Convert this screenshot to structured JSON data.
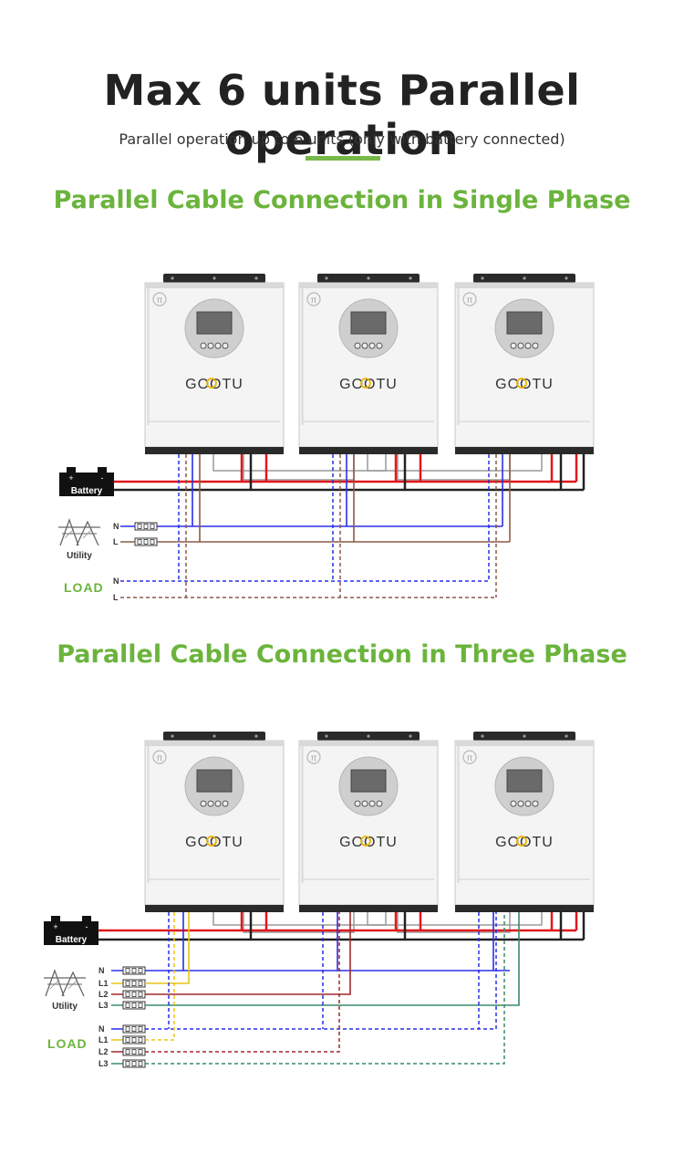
{
  "header": {
    "title": "Max 6 units Parallel operation",
    "subtitle": "Parallel operation up to 6 units (only with battery connected)"
  },
  "colors": {
    "accent_green": "#6bb43c",
    "battery_positive": "#e0181b",
    "battery_negative": "#222222",
    "neutral": "#2a2ee8",
    "line_l": "#8b5a4a",
    "phase_l1": "#e8c419",
    "phase_l2": "#a0282e",
    "phase_l3": "#3a8a6a",
    "parallel_cable": "#9a9a9a"
  },
  "inverter": {
    "brand": "GOOTU",
    "logo_icon": "pi-icon",
    "display_icon": "lcd-display-icon"
  },
  "single_phase": {
    "heading": "Parallel Cable Connection in Single Phase",
    "battery_label": "Battery",
    "battery_plus": "+",
    "battery_minus": "-",
    "utility_label": "Utility",
    "utility_icon": "power-tower-icon",
    "utility_lines": [
      "N",
      "L"
    ],
    "load_label": "LOAD",
    "load_lines": [
      "N",
      "L"
    ]
  },
  "three_phase": {
    "heading": "Parallel Cable Connection in Three Phase",
    "battery_label": "Battery",
    "battery_plus": "+",
    "battery_minus": "-",
    "utility_label": "Utility",
    "utility_icon": "power-tower-icon",
    "utility_lines": [
      "N",
      "L1",
      "L2",
      "L3"
    ],
    "load_label": "LOAD",
    "load_lines": [
      "N",
      "L1",
      "L2",
      "L3"
    ]
  }
}
